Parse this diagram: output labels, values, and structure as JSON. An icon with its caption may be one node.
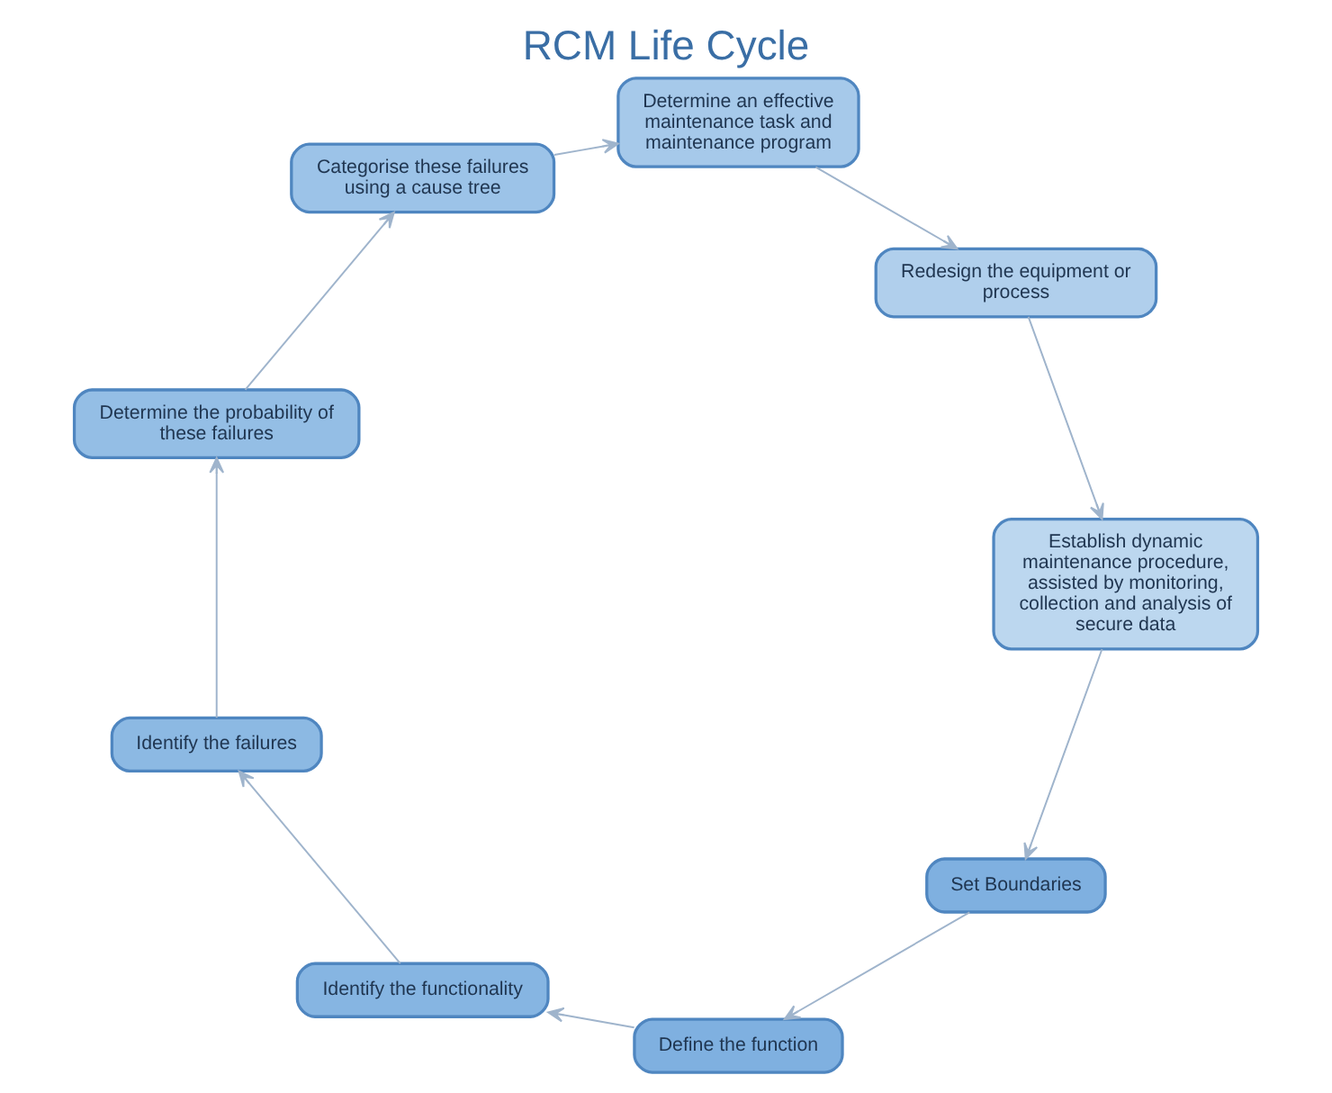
{
  "diagram": {
    "title": "RCM Life Cycle",
    "nodes": [
      {
        "text": [
          "Set Boundaries"
        ]
      },
      {
        "text": [
          "Define the function"
        ]
      },
      {
        "text": [
          "Identify the functionality"
        ]
      },
      {
        "text": [
          "Identify the failures"
        ]
      },
      {
        "text": [
          "Determine the probability of these failures"
        ]
      },
      {
        "text": [
          "Categorise these failures using a cause tree"
        ]
      },
      {
        "text": [
          "Determine an effective maintenance task and maintenance program"
        ]
      },
      {
        "text": [
          "Redesign the equipment or process"
        ]
      },
      {
        "text": [
          "Establish dynamic maintenance procedure, assisted by monitoring, collection and analysis of secure data"
        ]
      }
    ],
    "edges": [
      {
        "from": 0,
        "to": 1,
        "arrow": "to"
      },
      {
        "from": 1,
        "to": 2,
        "arrow": "to"
      },
      {
        "from": 2,
        "to": 3,
        "arrow": "to"
      },
      {
        "from": 3,
        "to": 4,
        "arrow": "to"
      },
      {
        "from": 4,
        "to": 5,
        "arrow": "to"
      },
      {
        "from": 5,
        "to": 6,
        "arrow": "to"
      },
      {
        "from": 6,
        "to": 7,
        "arrow": "to"
      },
      {
        "from": 7,
        "to": 8,
        "arrow": "to"
      },
      {
        "from": 8,
        "to": 0,
        "arrow": "to"
      }
    ]
  }
}
